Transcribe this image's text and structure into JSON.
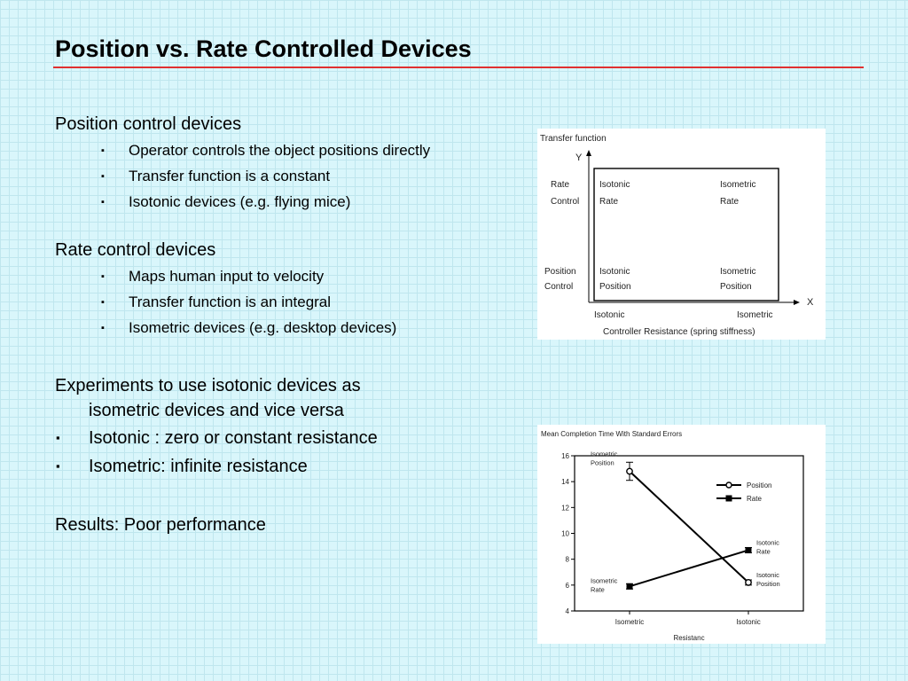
{
  "slide": {
    "title": "Position vs. Rate Controlled Devices"
  },
  "left": {
    "position_heading": "Position control devices",
    "position_bullets": [
      "Operator controls the object positions directly",
      "Transfer function is a constant",
      "Isotonic devices (e.g. flying mice)"
    ],
    "rate_heading": "Rate control devices",
    "rate_bullets": [
      "Maps human input to velocity",
      "Transfer function is an integral",
      "Isometric devices (e.g. desktop devices)"
    ],
    "experiments_line1": "Experiments to use isotonic devices as",
    "experiments_line2": "isometric devices and vice versa",
    "experiment_bullets": [
      "Isotonic : zero or constant resistance",
      "Isometric: infinite resistance"
    ],
    "results": "Results: Poor performance",
    "bullet_glyph": "▪"
  },
  "transfer_figure": {
    "title": "Transfer function",
    "y_axis": "Y",
    "x_axis": "X",
    "row_labels": [
      [
        "Rate",
        "Control"
      ],
      [
        "Position",
        "Control"
      ]
    ],
    "cells": [
      [
        [
          "Isotonic",
          "Rate"
        ],
        [
          "Isometric",
          "Rate"
        ]
      ],
      [
        [
          "Isotonic",
          "Position"
        ],
        [
          "Isometric",
          "Position"
        ]
      ]
    ],
    "x_ticks": [
      "Isotonic",
      "Isometric"
    ],
    "x_caption": "Controller Resistance (spring stiffness)"
  },
  "chart_data": {
    "type": "line",
    "title": "Mean Completion Time With Standard Errors",
    "xlabel": "Resistanc",
    "categories": [
      "Isometric",
      "Isotonic"
    ],
    "ylim": [
      4,
      16
    ],
    "yticks": [
      4,
      6,
      8,
      10,
      12,
      14,
      16
    ],
    "legend_position": "right",
    "series": [
      {
        "name": "Position",
        "values": [
          14.8,
          6.2
        ],
        "marker": "open-circle",
        "error": [
          0.7,
          0.2
        ]
      },
      {
        "name": "Rate",
        "values": [
          5.9,
          8.7
        ],
        "marker": "filled-square",
        "error": [
          0.2,
          0.2
        ]
      }
    ],
    "annotations": [
      {
        "text": [
          "Isometric",
          "Position"
        ],
        "category": "Isometric",
        "y": 14.8
      },
      {
        "text": [
          "Isometric",
          "Rate"
        ],
        "category": "Isometric",
        "y": 5.9
      },
      {
        "text": [
          "Isotonic",
          "Rate"
        ],
        "category": "Isotonic",
        "y": 8.7
      },
      {
        "text": [
          "Isotonic",
          "Position"
        ],
        "category": "Isotonic",
        "y": 6.2
      }
    ]
  }
}
